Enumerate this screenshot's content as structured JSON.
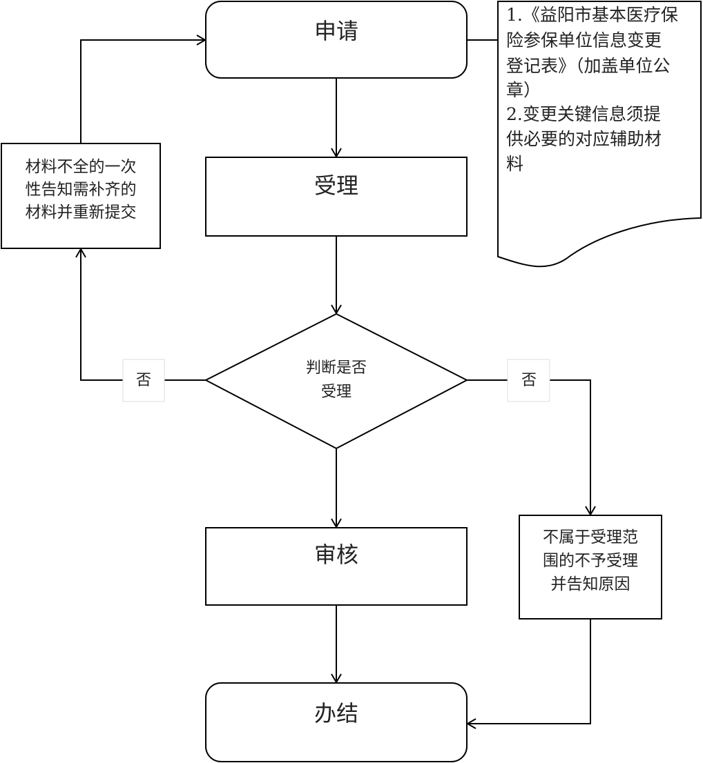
{
  "nodes": {
    "apply": "申请",
    "accept": "受理",
    "decision": [
      "判断是否",
      "受理"
    ],
    "review": "审核",
    "complete": "办结",
    "incomplete": [
      "材料不全的一次",
      "性告知需补齐的",
      "材料并重新提交"
    ],
    "rejected": [
      "不属于受理范",
      "围的不予受理",
      "并告知原因"
    ]
  },
  "labels": {
    "no_left": "否",
    "no_right": "否"
  },
  "document": [
    "1.《益阳市基本医疗保",
    "险参保单位信息变更",
    "登记表》（加盖单位公",
    "章）",
    "2.变更关键信息须提",
    "供必要的对应辅助材",
    "料"
  ]
}
